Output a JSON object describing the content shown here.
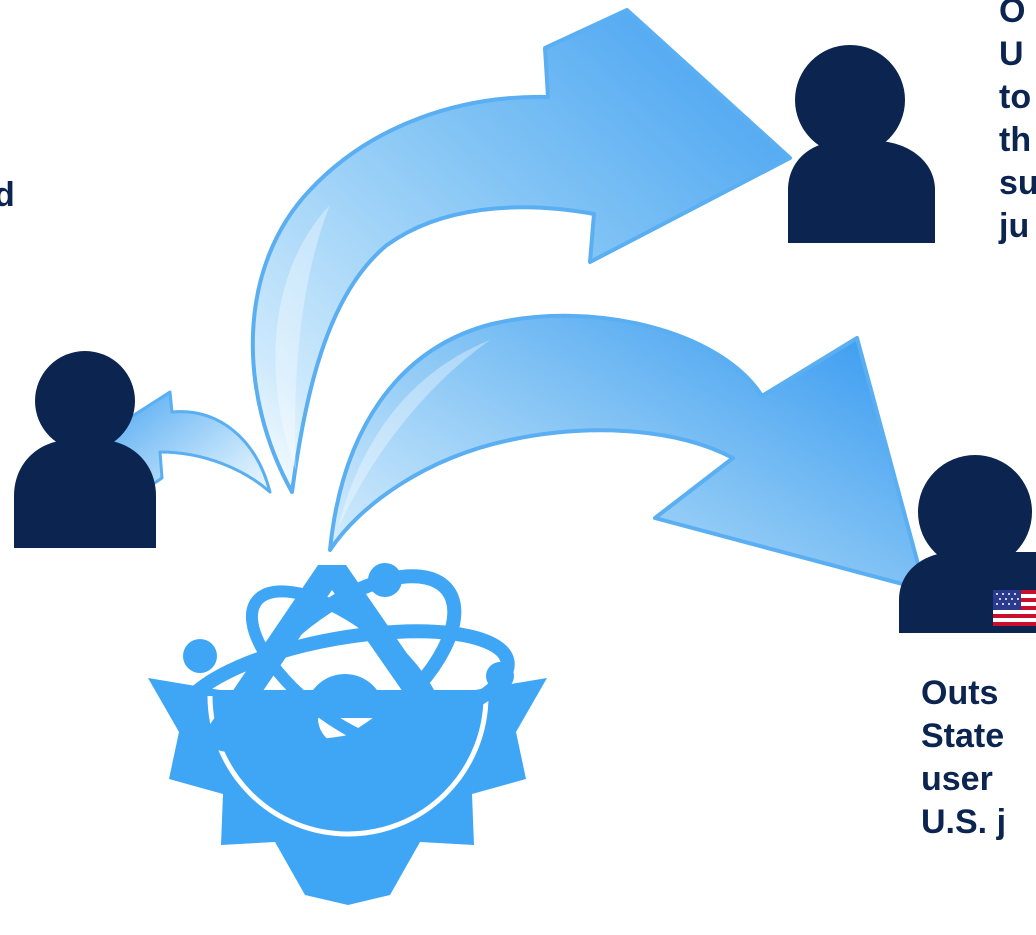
{
  "colors": {
    "user_icon": "#0b2450",
    "arrow_light": "#cde9fc",
    "arrow_mid": "#7fc1f4",
    "arrow_dark": "#3f9ef1",
    "arrow_edge": "#5aaef2",
    "emblem": "#3fa6f5",
    "label_text": "#0b2450"
  },
  "icons": {
    "user_left": "user-silhouette-icon",
    "user_top_right": "user-silhouette-icon",
    "user_bottom_right": "user-silhouette-icon",
    "flag": "us-flag-icon",
    "emblem": "atom-gear-icon"
  },
  "labels": {
    "left": "d",
    "top_right": "O\nU\nto\nth\nsu\nju",
    "bottom_right": "Outs\nState\nuser\nU.S. j"
  }
}
